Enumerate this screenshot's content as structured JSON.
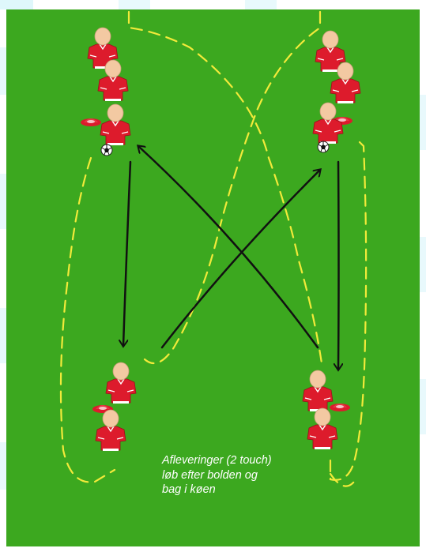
{
  "diagram": {
    "caption_lines": [
      "Afleveringer (2 touch)",
      "løb efter bolden og",
      "bag i køen"
    ],
    "colors": {
      "field": "#3ca81f",
      "shirt": "#dd1b2c",
      "skin": "#f3c9a2",
      "run_path": "#f2ea3a",
      "pass_arrow": "#111111",
      "cone": "#dd1b2c",
      "background_accent": "#dff7fb"
    },
    "player_groups": [
      {
        "name": "top-left",
        "players": 3,
        "has_ball": true,
        "has_cone": true
      },
      {
        "name": "top-right",
        "players": 3,
        "has_ball": true,
        "has_cone": true
      },
      {
        "name": "bottom-left",
        "players": 2,
        "has_ball": false,
        "has_cone": true
      },
      {
        "name": "bottom-right",
        "players": 2,
        "has_ball": false,
        "has_cone": true
      }
    ],
    "icons": [
      "player-icon",
      "ball-icon",
      "cone-icon",
      "pass-arrow",
      "run-path"
    ]
  }
}
